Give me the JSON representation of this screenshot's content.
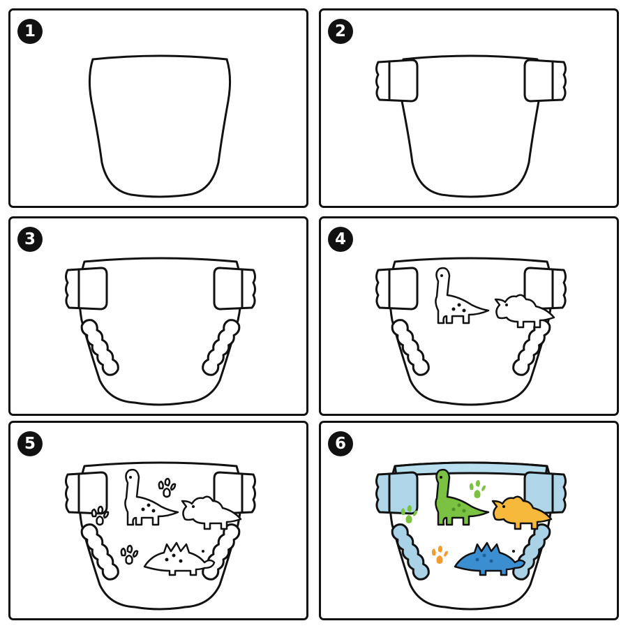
{
  "steps": [
    {
      "number": "1"
    },
    {
      "number": "2"
    },
    {
      "number": "3"
    },
    {
      "number": "4"
    },
    {
      "number": "5"
    },
    {
      "number": "6"
    }
  ],
  "colors": {
    "outline": "#111111",
    "tab_fill": "#aed6e8",
    "waistband_fill": "#b9deee",
    "cuff_fill": "#a9d2e6",
    "brontosaurus": "#7cc242",
    "triceratops": "#f6b93b",
    "stegosaurus": "#3b8fd0",
    "footprint_green": "#7cc242",
    "footprint_orange": "#f39c32"
  },
  "icons": [
    "diaper-body",
    "side-tab",
    "leg-cuff",
    "brontosaurus",
    "triceratops",
    "stegosaurus",
    "footprint"
  ]
}
